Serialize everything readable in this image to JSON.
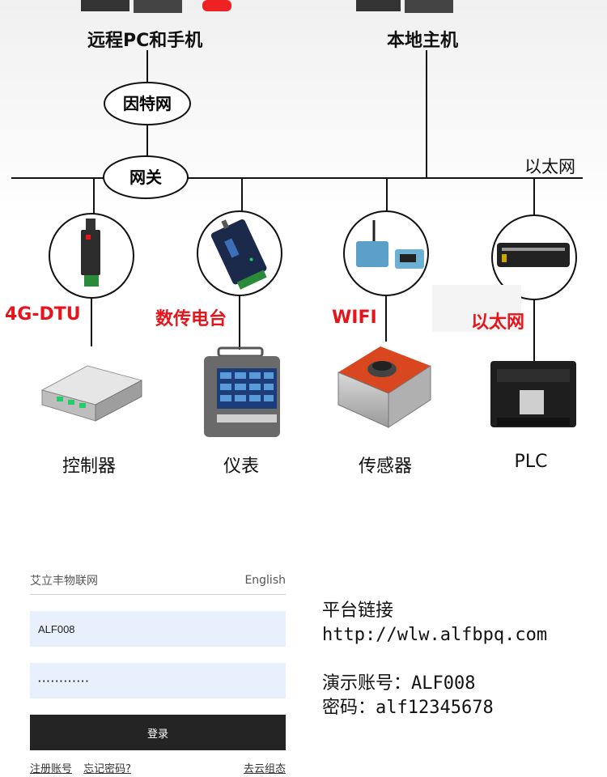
{
  "diagram": {
    "top_left_label": "远程PC和手机",
    "top_right_label": "本地主机",
    "internet": "因特网",
    "gateway": "网关",
    "ethernet_line": "以太网",
    "links": [
      {
        "label": "4G-DTU",
        "color": "#e8141c"
      },
      {
        "label": "数传电台",
        "color": "#e8141c"
      },
      {
        "label": "WIFI",
        "color": "#e8141c"
      },
      {
        "label": "以太网",
        "color": "#e8141c"
      }
    ],
    "devices": [
      "控制器",
      "仪表",
      "传感器",
      "PLC"
    ]
  },
  "login": {
    "brand": "艾立丰物联网",
    "language": "English",
    "username_value": "ALF008",
    "password_value": "············",
    "submit": "登录",
    "register": "注册账号",
    "forgot": "忘记密码?",
    "cloud": "去云组态"
  },
  "info": {
    "platform_title": "平台链接",
    "platform_url": "http://wlw.alfbpq.com",
    "demo_account": "演示账号：ALF008",
    "demo_password": "密码：alf12345678"
  }
}
